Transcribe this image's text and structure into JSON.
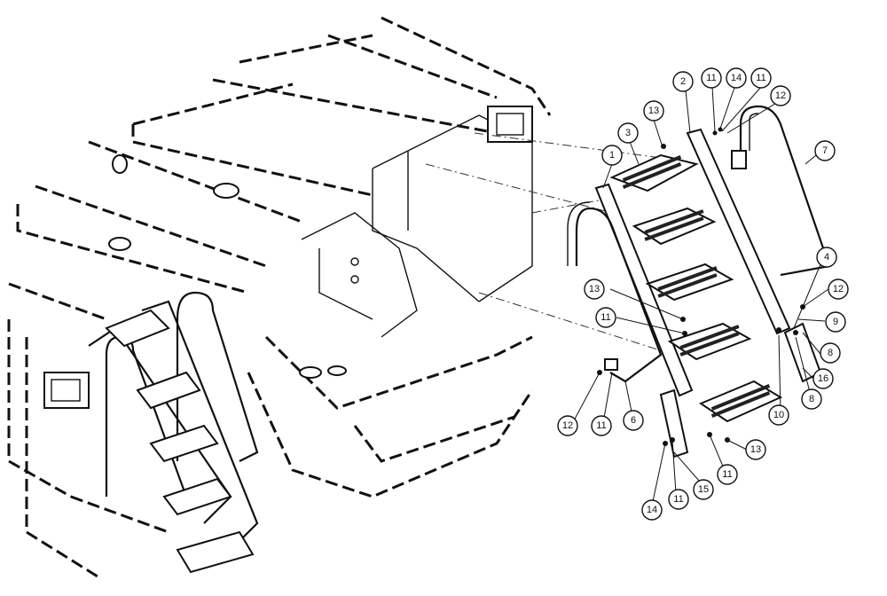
{
  "diagram": {
    "callouts": [
      {
        "id": "c1",
        "label": "1"
      },
      {
        "id": "c2",
        "label": "2"
      },
      {
        "id": "c3",
        "label": "3"
      },
      {
        "id": "c4",
        "label": "4"
      },
      {
        "id": "c6",
        "label": "6"
      },
      {
        "id": "c7",
        "label": "7"
      },
      {
        "id": "c8a",
        "label": "8"
      },
      {
        "id": "c8b",
        "label": "8"
      },
      {
        "id": "c9",
        "label": "9"
      },
      {
        "id": "c10",
        "label": "10"
      },
      {
        "id": "c11a",
        "label": "11"
      },
      {
        "id": "c11b",
        "label": "11"
      },
      {
        "id": "c11c",
        "label": "11"
      },
      {
        "id": "c11d",
        "label": "11"
      },
      {
        "id": "c11e",
        "label": "11"
      },
      {
        "id": "c11f",
        "label": "11"
      },
      {
        "id": "c12a",
        "label": "12"
      },
      {
        "id": "c12b",
        "label": "12"
      },
      {
        "id": "c12c",
        "label": "12"
      },
      {
        "id": "c13a",
        "label": "13"
      },
      {
        "id": "c13b",
        "label": "13"
      },
      {
        "id": "c13c",
        "label": "13"
      },
      {
        "id": "c14a",
        "label": "14"
      },
      {
        "id": "c14b",
        "label": "14"
      },
      {
        "id": "c15",
        "label": "15"
      },
      {
        "id": "c16",
        "label": "16"
      }
    ]
  }
}
